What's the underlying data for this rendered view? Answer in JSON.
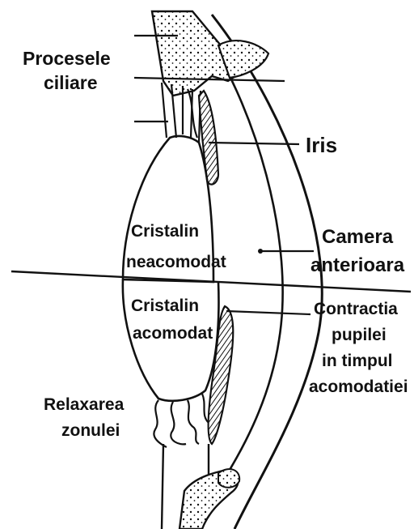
{
  "labels": {
    "procesele_line1": "Procesele",
    "procesele_line2": "ciliare",
    "iris": "Iris",
    "cristalin_neacomodat_line1": "Cristalin",
    "cristalin_neacomodat_line2": "neacomodat",
    "camera_line1": "Camera",
    "camera_line2": "anterioara",
    "cristalin_acomodat_line1": "Cristalin",
    "cristalin_acomodat_line2": "acomodat",
    "contractia_line1": "Contractia",
    "contractia_line2": "pupilei",
    "contractia_line3": "in timpul",
    "contractia_line4": "acomodatiei",
    "relaxarea_line1": "Relaxarea",
    "relaxarea_line2": "zonulei"
  },
  "colors": {
    "ink": "#111111",
    "background": "#ffffff"
  }
}
